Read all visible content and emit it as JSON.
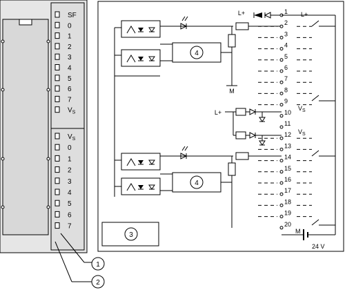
{
  "module_front": {
    "group_a": {
      "labels": [
        "SF",
        "0",
        "1",
        "2",
        "3",
        "4",
        "5",
        "6",
        "7",
        "V_S"
      ]
    },
    "group_b": {
      "labels": [
        "V_S",
        "0",
        "1",
        "2",
        "3",
        "4",
        "5",
        "6",
        "7"
      ]
    }
  },
  "callouts": [
    "1",
    "2"
  ],
  "circuit": {
    "block_label": "4",
    "block_label_b": "4",
    "power_label": "3",
    "supply_positive": "L+",
    "supply_positive_b": "L+",
    "ground_label": "M",
    "vs_label": "V_S",
    "voltage": "24 V",
    "pin_top_label": "L+",
    "pin_bottom_label": "M",
    "terminals": [
      "1",
      "2",
      "3",
      "4",
      "5",
      "6",
      "7",
      "8",
      "9",
      "10",
      "11",
      "12",
      "13",
      "14",
      "15",
      "16",
      "17",
      "18",
      "19",
      "20"
    ]
  },
  "colors": {
    "panel": "#e8e8e8",
    "panel_inner": "#d6d6d6",
    "line": "#000000"
  }
}
